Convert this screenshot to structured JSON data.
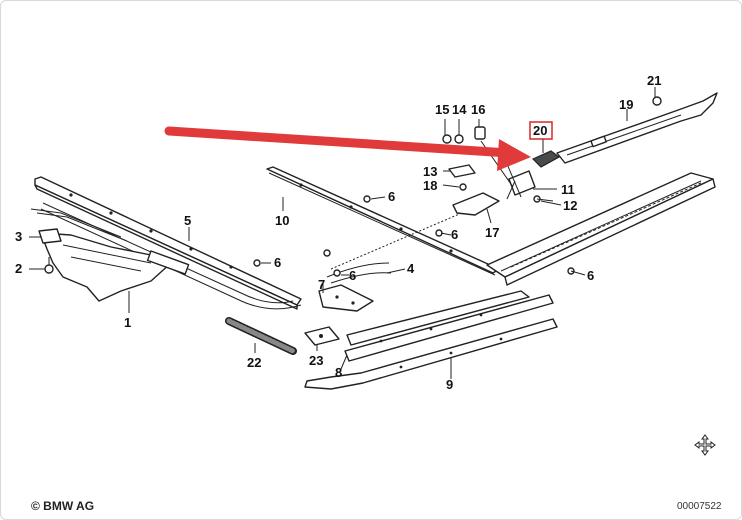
{
  "footer": {
    "copyright": "© BMW AG",
    "doc_number": "00007522"
  },
  "callouts": [
    {
      "id": "c1",
      "text": "1"
    },
    {
      "id": "c2",
      "text": "2"
    },
    {
      "id": "c3",
      "text": "3"
    },
    {
      "id": "c4",
      "text": "4"
    },
    {
      "id": "c5",
      "text": "5"
    },
    {
      "id": "c6a",
      "text": "6"
    },
    {
      "id": "c6b",
      "text": "6"
    },
    {
      "id": "c6c",
      "text": "6"
    },
    {
      "id": "c6d",
      "text": "6"
    },
    {
      "id": "c6e",
      "text": "6"
    },
    {
      "id": "c7",
      "text": "7"
    },
    {
      "id": "c8",
      "text": "8"
    },
    {
      "id": "c9",
      "text": "9"
    },
    {
      "id": "c10",
      "text": "10"
    },
    {
      "id": "c11",
      "text": "11"
    },
    {
      "id": "c12",
      "text": "12"
    },
    {
      "id": "c13",
      "text": "13"
    },
    {
      "id": "c14",
      "text": "14"
    },
    {
      "id": "c15",
      "text": "15"
    },
    {
      "id": "c16",
      "text": "16"
    },
    {
      "id": "c17",
      "text": "17"
    },
    {
      "id": "c18",
      "text": "18"
    },
    {
      "id": "c19",
      "text": "19"
    },
    {
      "id": "c20",
      "text": "20"
    },
    {
      "id": "c21",
      "text": "21"
    },
    {
      "id": "c22",
      "text": "22"
    },
    {
      "id": "c23",
      "text": "23"
    }
  ],
  "highlight": {
    "part": "20",
    "arrow_color": "#e03a3a",
    "box_color": "#d62828"
  },
  "icons": {
    "move": "move-arrows-icon"
  }
}
